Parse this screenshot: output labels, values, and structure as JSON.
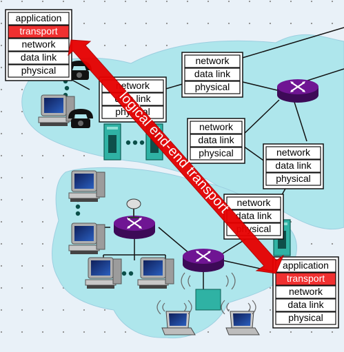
{
  "stacks": {
    "top_left": [
      "application",
      "transport",
      "network",
      "data link",
      "physical"
    ],
    "top_middle": [
      "network",
      "data link",
      "physical"
    ],
    "middle_left": [
      "network",
      "data link",
      "physical"
    ],
    "center": [
      "network",
      "data link",
      "physical"
    ],
    "right": [
      "network",
      "data link",
      "physical"
    ],
    "lower_middle": [
      "network",
      "data link",
      "physical"
    ],
    "bottom_right": [
      "application",
      "transport",
      "network",
      "data link",
      "physical"
    ]
  },
  "arrow_label": "logical end-end transport",
  "colors": {
    "background": "#e9f1f8",
    "network_cloud": "#aee6ec",
    "router": "#6a0f8e",
    "arrow": "#e60000",
    "transport_highlight": "#f03030",
    "server": "#2fb2a4"
  },
  "icons": [
    "router-icon",
    "computer-icon",
    "server-icon",
    "laptop-icon",
    "phone-icon",
    "satellite-dish-icon",
    "wireless-access-point-icon"
  ]
}
